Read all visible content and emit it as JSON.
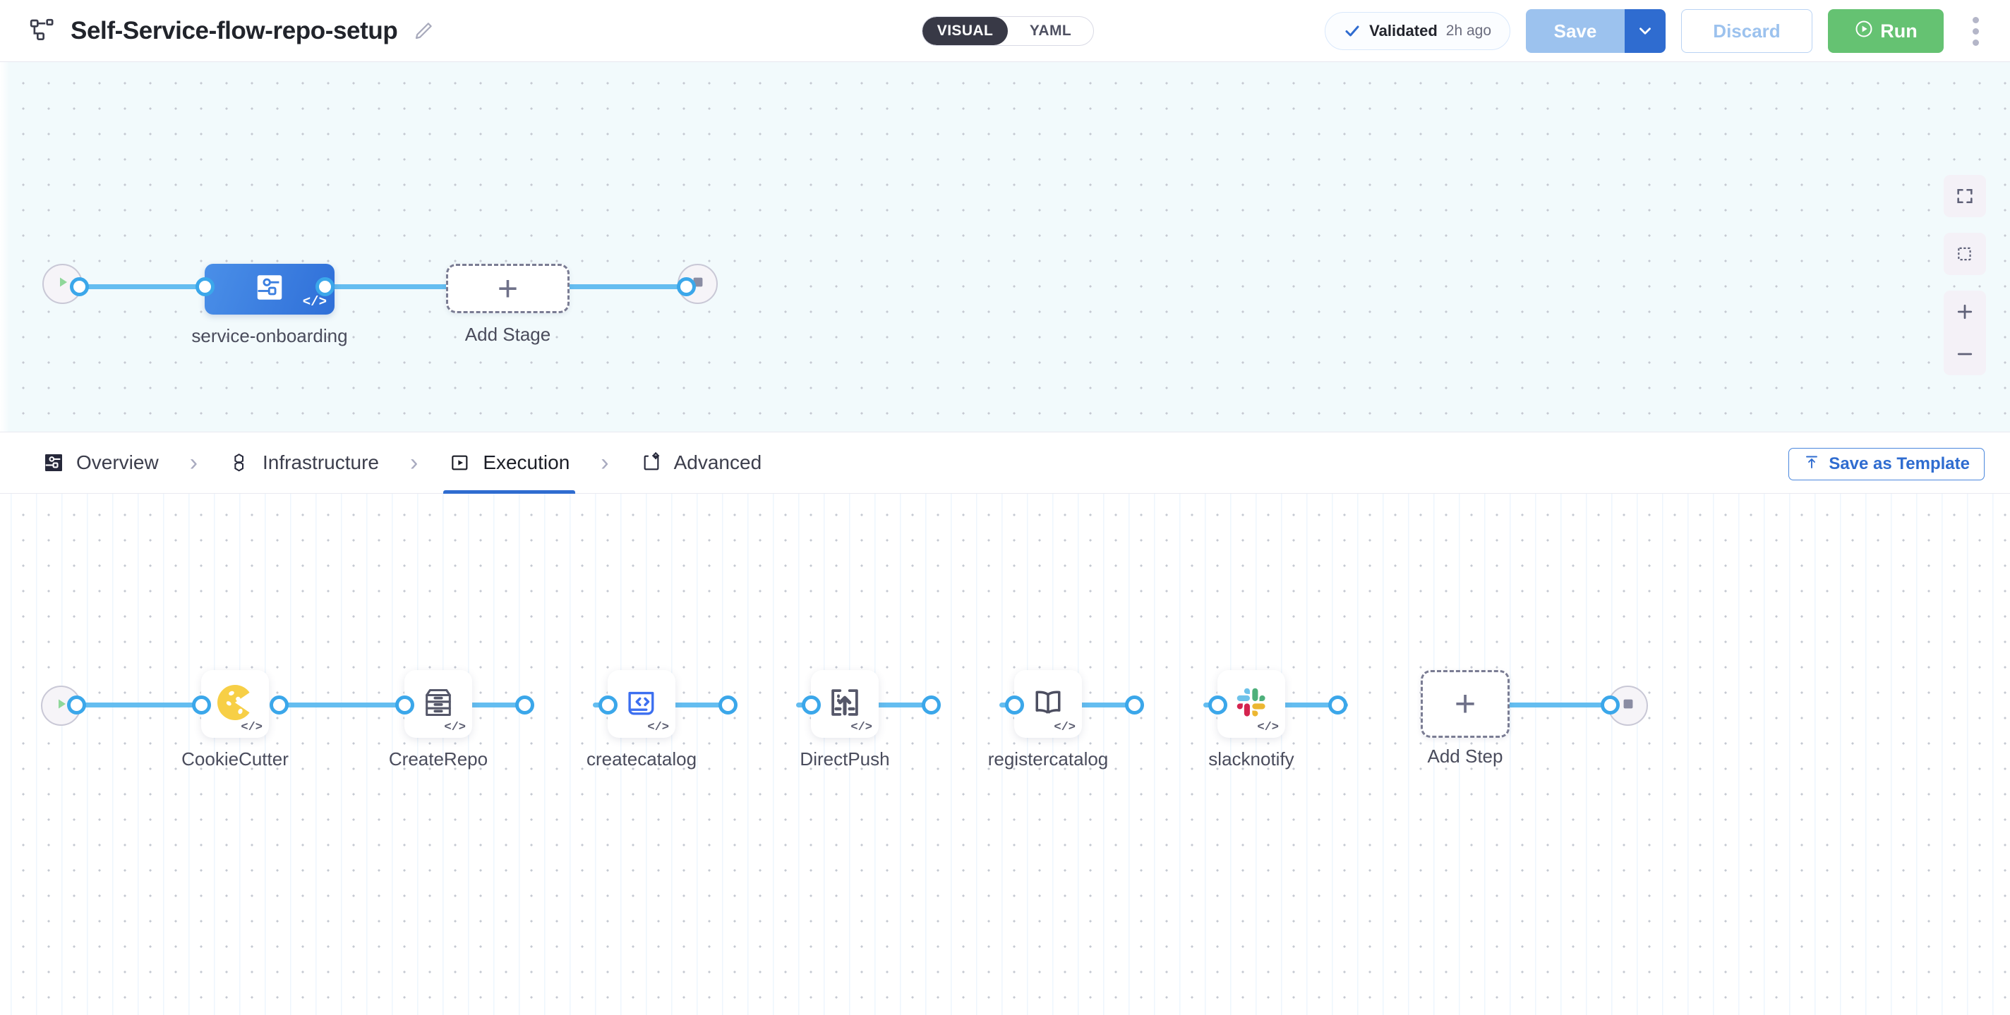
{
  "header": {
    "pipeline_icon": "pipeline-nodes-icon",
    "title": "Self-Service-flow-repo-setup",
    "edit_icon": "pencil-edit-icon",
    "mode_toggle": {
      "options": [
        "VISUAL",
        "YAML"
      ],
      "selected": "VISUAL"
    },
    "validated": {
      "icon": "check-icon",
      "label": "Validated",
      "time": "2h ago"
    },
    "save_label": "Save",
    "save_caret_icon": "chevron-down-icon",
    "discard_label": "Discard",
    "run_label": "Run",
    "run_icon": "play-circle-icon",
    "more_icon": "kebab-menu-icon"
  },
  "stage_canvas": {
    "start_icon": "play-icon",
    "end_icon": "stop-icon",
    "stage": {
      "name": "service-onboarding",
      "icon": "stage-flow-icon",
      "code_badge": "</>"
    },
    "add_stage_label": "Add Stage",
    "add_stage_icon": "plus-icon"
  },
  "zoom_controls": {
    "fit_screen_icon": "fit-screen-icon",
    "select_area_icon": "select-area-icon",
    "zoom_in_icon": "plus-icon",
    "zoom_out_icon": "minus-icon"
  },
  "tabs": [
    {
      "label": "Overview",
      "icon": "overview-icon",
      "active": false
    },
    {
      "label": "Infrastructure",
      "icon": "infrastructure-icon",
      "active": false
    },
    {
      "label": "Execution",
      "icon": "execution-icon",
      "active": true
    },
    {
      "label": "Advanced",
      "icon": "advanced-icon",
      "active": false
    }
  ],
  "tab_separator": "›",
  "save_as_template": {
    "label": "Save as Template",
    "icon": "upload-template-icon"
  },
  "step_canvas": {
    "start_icon": "play-icon",
    "end_icon": "stop-icon",
    "steps": [
      {
        "name": "CookieCutter",
        "icon": "cookie-icon",
        "code_badge": "</>"
      },
      {
        "name": "CreateRepo",
        "icon": "drawer-icon",
        "code_badge": "</>"
      },
      {
        "name": "createcatalog",
        "icon": "code-document-icon",
        "code_badge": "</>"
      },
      {
        "name": "DirectPush",
        "icon": "upload-push-icon",
        "code_badge": "</>"
      },
      {
        "name": "registercatalog",
        "icon": "open-book-icon",
        "code_badge": "</>"
      },
      {
        "name": "slacknotify",
        "icon": "slack-icon",
        "code_badge": "</>"
      }
    ],
    "add_step_label": "Add Step",
    "add_step_icon": "plus-icon"
  },
  "colors": {
    "accent_blue": "#2f6cd0",
    "connector_blue": "#64bdf0",
    "run_green": "#65c272",
    "stage_blue": "#3b7fe0",
    "canvas_top_bg": "#f2fafc"
  }
}
